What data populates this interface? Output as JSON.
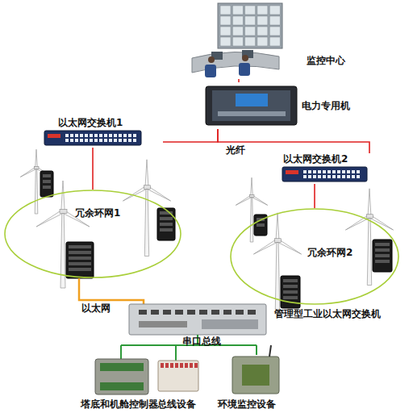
{
  "diagram": {
    "nodes": [
      {
        "text": [
          "监控中心"
        ]
      },
      {
        "text": [
          "电力专用机"
        ]
      },
      {
        "text": [
          "以太网交换机1"
        ]
      },
      {
        "text": [
          "以太网交换机2"
        ]
      },
      {
        "text": [
          "冗余环网1"
        ]
      },
      {
        "text": [
          "冗余环网2"
        ]
      },
      {
        "text": [
          "管理型工业以太网交换机"
        ]
      },
      {
        "text": [
          "塔底和机舱控制器"
        ]
      },
      {
        "text": [
          "总线设备"
        ]
      },
      {
        "text": [
          "环境监控设备"
        ]
      }
    ],
    "edges": [
      {
        "from": 0,
        "to": 1,
        "arrow": "none"
      },
      {
        "from": 1,
        "to": 2,
        "arrow": "none"
      },
      {
        "from": 1,
        "to": 3,
        "label": "光纤",
        "arrow": "none"
      },
      {
        "from": 2,
        "to": 4,
        "arrow": "none"
      },
      {
        "from": 3,
        "to": 5,
        "arrow": "none"
      }
    ],
    "labels": [
      "以太网",
      "串口总线"
    ]
  }
}
